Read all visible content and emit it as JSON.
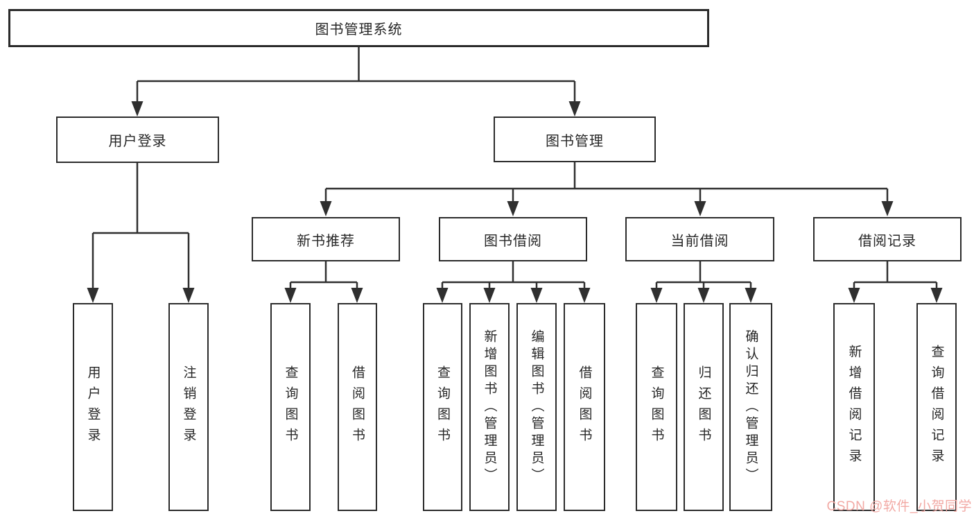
{
  "diagram_title": "图书管理系统",
  "tree": {
    "label": "图书管理系统",
    "children": [
      {
        "label": "用户登录",
        "children": [
          {
            "label": "用户登录"
          },
          {
            "label": "注销登录"
          }
        ]
      },
      {
        "label": "图书管理",
        "children": [
          {
            "label": "新书推荐",
            "children": [
              {
                "label": "查询图书"
              },
              {
                "label": "借阅图书"
              }
            ]
          },
          {
            "label": "图书借阅",
            "children": [
              {
                "label": "查询图书"
              },
              {
                "label": "新增图书（管理员）"
              },
              {
                "label": "编辑图书（管理员）"
              },
              {
                "label": "借阅图书"
              }
            ]
          },
          {
            "label": "当前借阅",
            "children": [
              {
                "label": "查询图书"
              },
              {
                "label": "归还图书"
              },
              {
                "label": "确认归还（管理员）"
              }
            ]
          },
          {
            "label": "借阅记录",
            "children": [
              {
                "label": "新增借阅记录"
              },
              {
                "label": "查询借阅记录"
              }
            ]
          }
        ]
      }
    ]
  },
  "watermark": {
    "text": "CSDN @软件_小贺同学",
    "color": "#f2a9a4"
  },
  "colors": {
    "line": "#2f2f2f",
    "border": "#2b2b2b",
    "background": "#ffffff",
    "text": "#262626"
  }
}
